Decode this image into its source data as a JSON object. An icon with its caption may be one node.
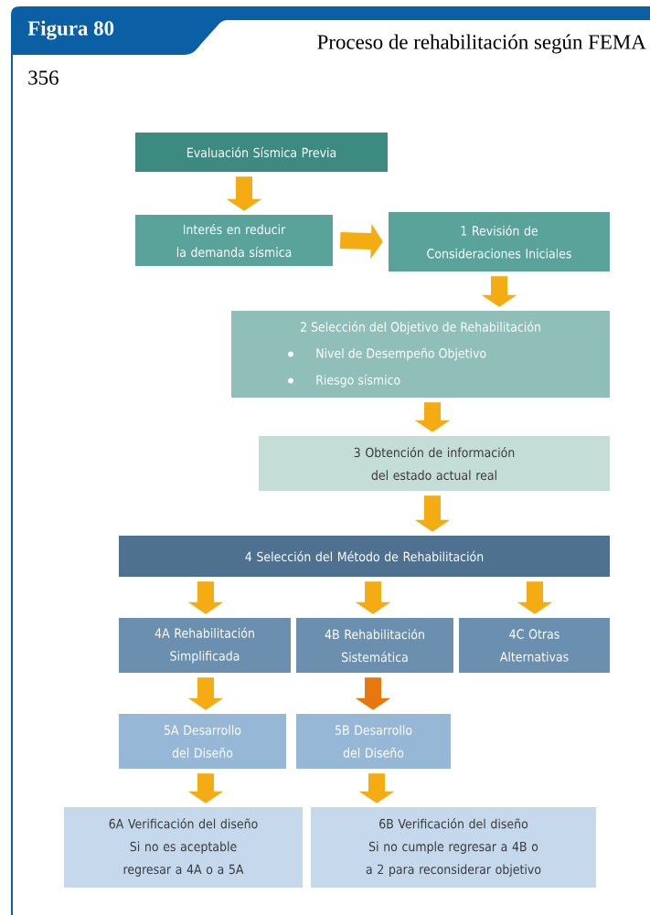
{
  "diagram": {
    "title": "Proceso de rehabilitación según FEMA",
    "nodes": [
      {
        "text": [
          "Evaluación Sísmica Previa"
        ]
      },
      {
        "text": [
          "Interés en reducir la demanda sísmica"
        ]
      },
      {
        "text": [
          "1 Revisión de Consideraciones Iniciales"
        ]
      },
      {
        "text": [
          "2 Selección del Objetivo de Rehabilitación",
          "Nivel de Desempeño Objetivo",
          "Riesgo sísmico"
        ]
      },
      {
        "text": [
          "3 Obtención de información del estado actual real"
        ]
      },
      {
        "text": [
          "4 Selección del Método de Rehabilitación"
        ]
      },
      {
        "text": [
          "4A Rehabilitación Simplificada"
        ]
      },
      {
        "text": [
          "4B Rehabilitación Sistemática"
        ]
      },
      {
        "text": [
          "4C Otras Alternativas"
        ]
      },
      {
        "text": [
          "5A Desarrollo del Diseño"
        ]
      },
      {
        "text": [
          "5B Desarrollo del Diseño"
        ]
      },
      {
        "text": [
          "6A Verificación del diseño",
          "Si no es aceptable regresar a 4A o a 5A"
        ]
      },
      {
        "text": [
          "6B Verificación del diseño",
          "Si no cumple regresar a 4B o a 2 para reconsiderar objetivo"
        ]
      }
    ],
    "edges": [
      {
        "from": 0,
        "to": 1,
        "arrow": "to"
      },
      {
        "from": 1,
        "to": 2,
        "arrow": "to"
      },
      {
        "from": 2,
        "to": 3,
        "arrow": "to"
      },
      {
        "from": 3,
        "to": 4,
        "arrow": "to"
      },
      {
        "from": 4,
        "to": 5,
        "arrow": "to"
      },
      {
        "from": 5,
        "to": 6,
        "arrow": "to"
      },
      {
        "from": 5,
        "to": 7,
        "arrow": "to"
      },
      {
        "from": 5,
        "to": 8,
        "arrow": "to"
      },
      {
        "from": 6,
        "to": 9,
        "arrow": "to"
      },
      {
        "from": 7,
        "to": 10,
        "arrow": "to",
        "color": "#e8770e"
      },
      {
        "from": 9,
        "to": 11,
        "arrow": "to"
      },
      {
        "from": 10,
        "to": 12,
        "arrow": "to"
      }
    ],
    "labels": [
      "Figura 80",
      "356"
    ]
  }
}
